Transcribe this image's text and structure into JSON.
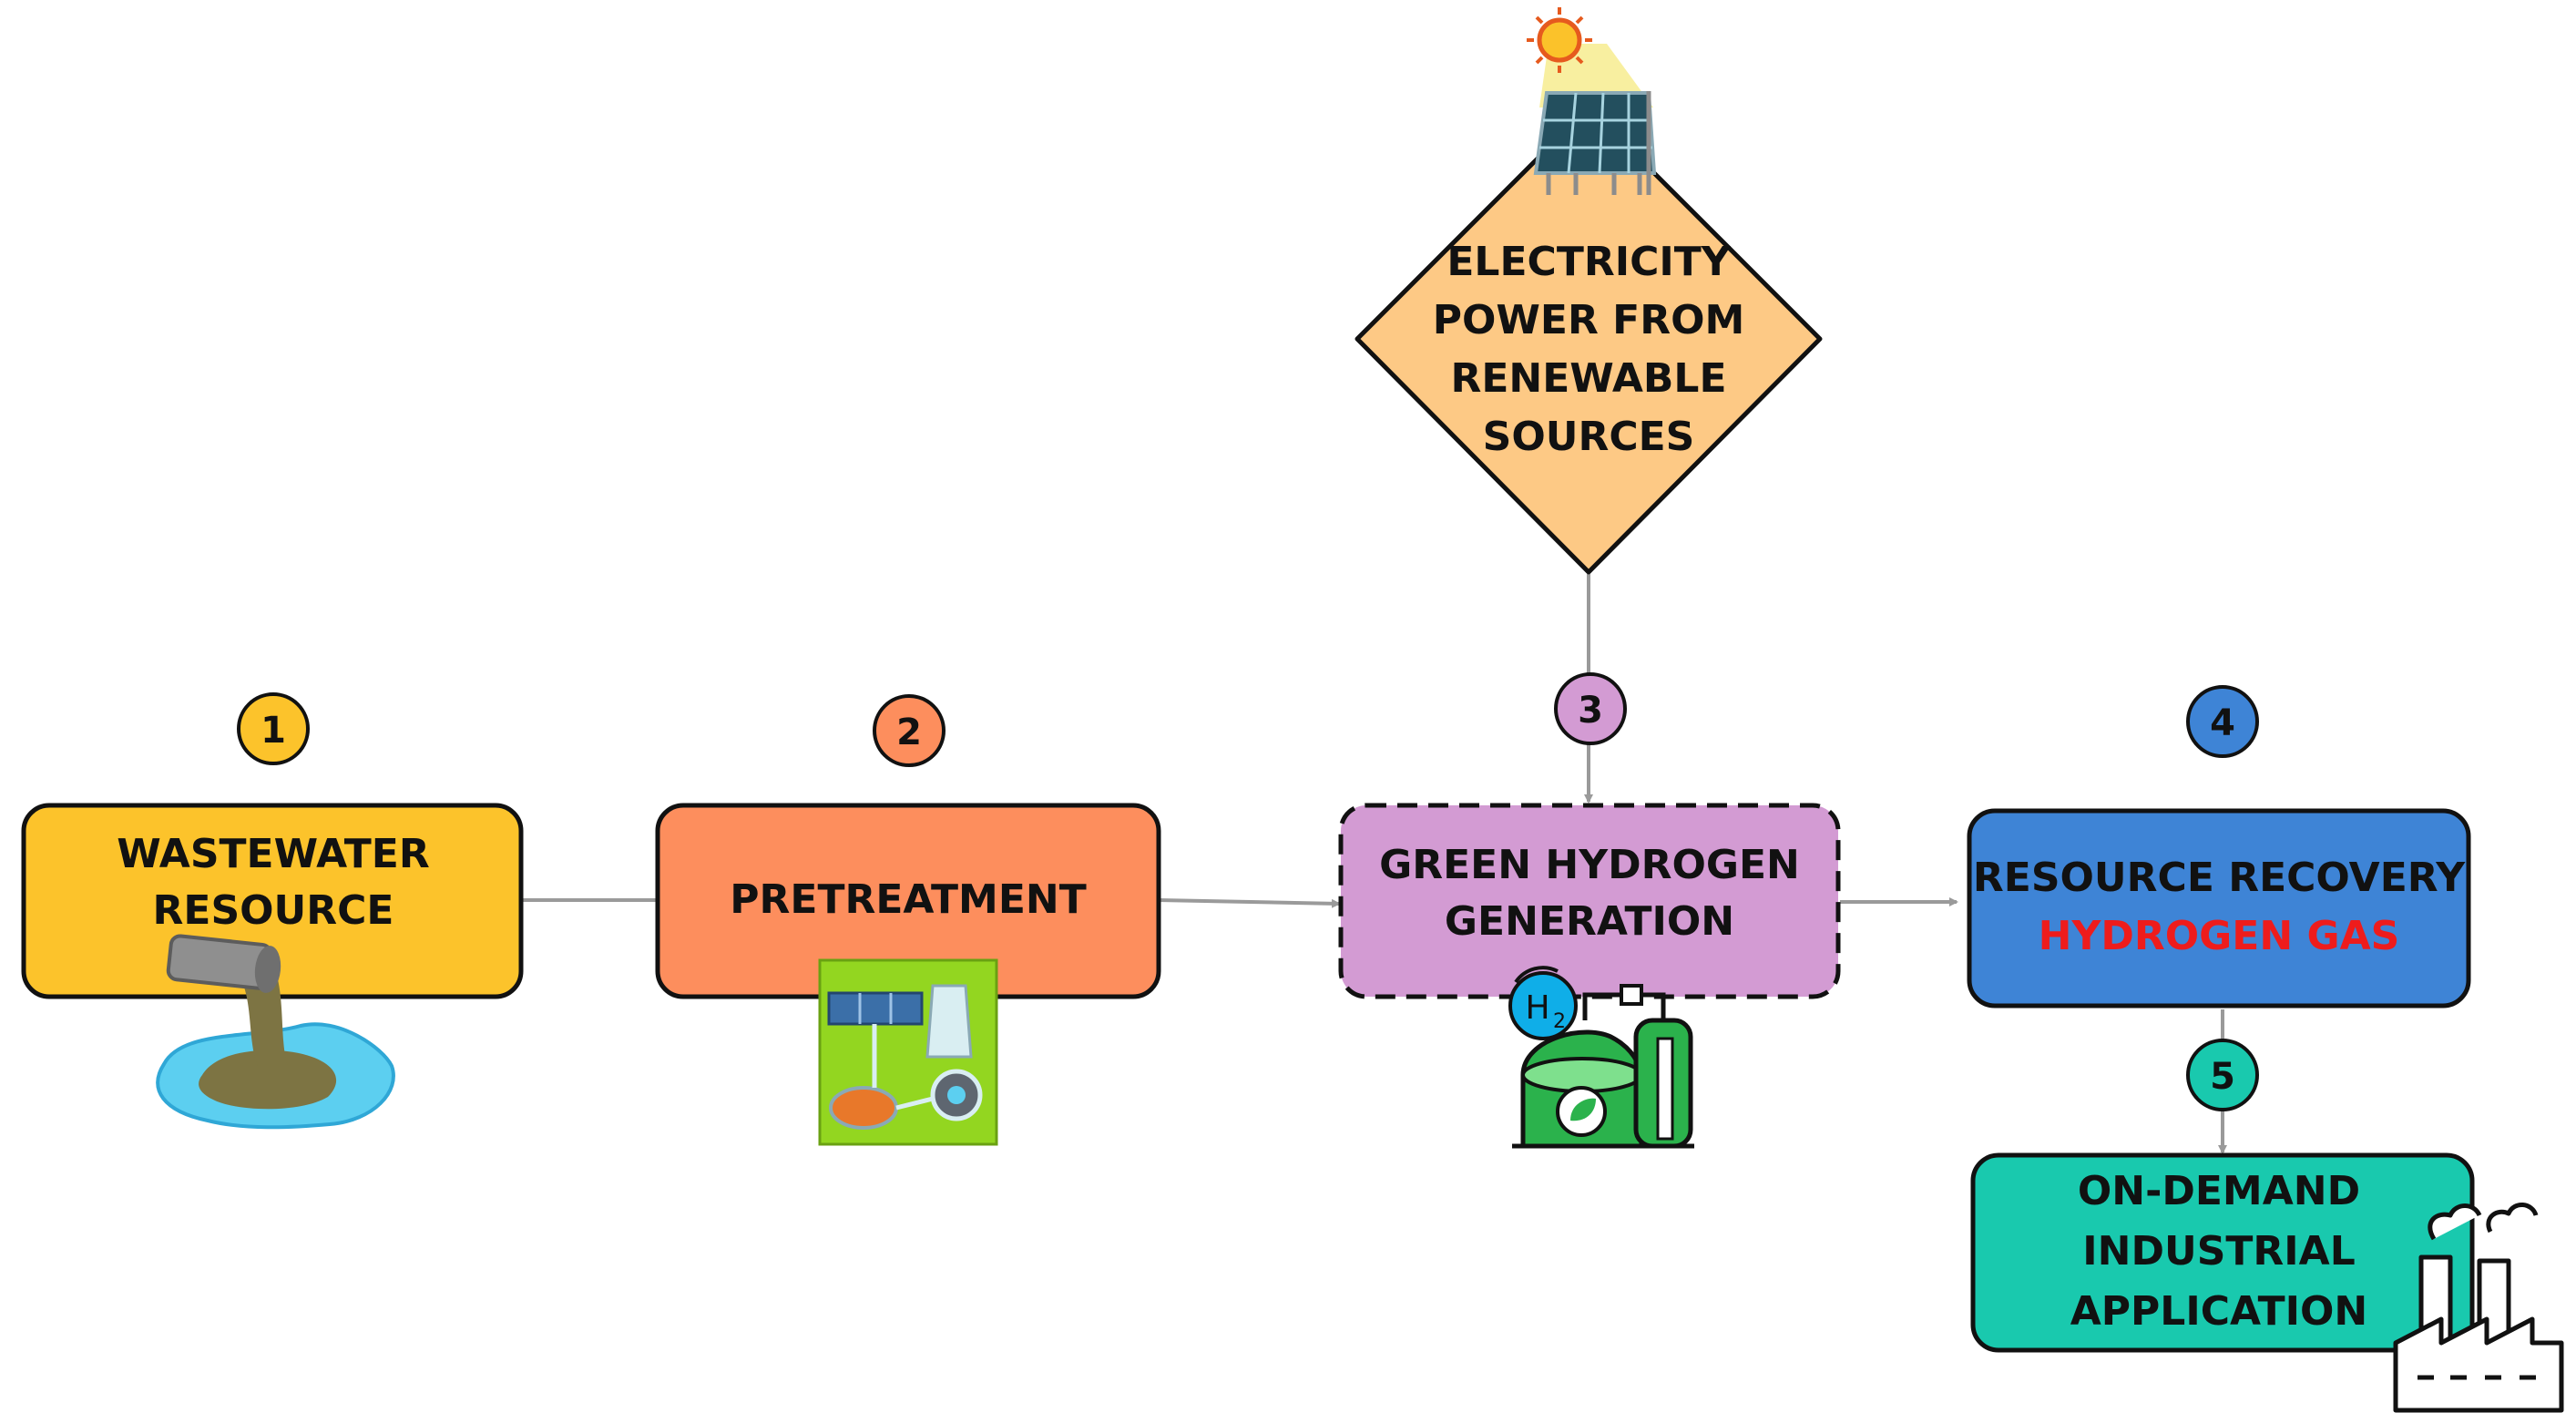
{
  "colors": {
    "wastewater": "#fcc32b",
    "pretreatment": "#fd8e5d",
    "hydrogen": "#d39bd3",
    "recovery": "#3e84d6",
    "industrial": "#19c9ae",
    "diamond": "#fdc985",
    "connector": "#9a9a9a",
    "accent_red": "#ee1c1c"
  },
  "steps": [
    {
      "number": "1",
      "label_lines": [
        "WASTEWATER",
        "RESOURCE"
      ],
      "icon": "wastewater-pipe-icon"
    },
    {
      "number": "2",
      "label_lines": [
        "PRETREATMENT"
      ],
      "icon": "treatment-plant-icon"
    },
    {
      "number": "3",
      "label_lines": [
        "GREEN HYDROGEN",
        "GENERATION"
      ],
      "icon": "hydrogen-tank-icon"
    },
    {
      "number": "4",
      "label_lines": [
        "RESOURCE RECOVERY"
      ],
      "highlight": "HYDROGEN GAS"
    },
    {
      "number": "5",
      "label_lines": [
        "ON-DEMAND",
        "INDUSTRIAL",
        "APPLICATION"
      ],
      "icon": "factory-icon"
    }
  ],
  "energy_source": {
    "label_lines": [
      "ELECTRICITY",
      "POWER FROM",
      "RENEWABLE",
      "SOURCES"
    ],
    "icon": "solar-panel-icon"
  },
  "h2_badge": {
    "symbol": "H",
    "subscript": "2"
  }
}
